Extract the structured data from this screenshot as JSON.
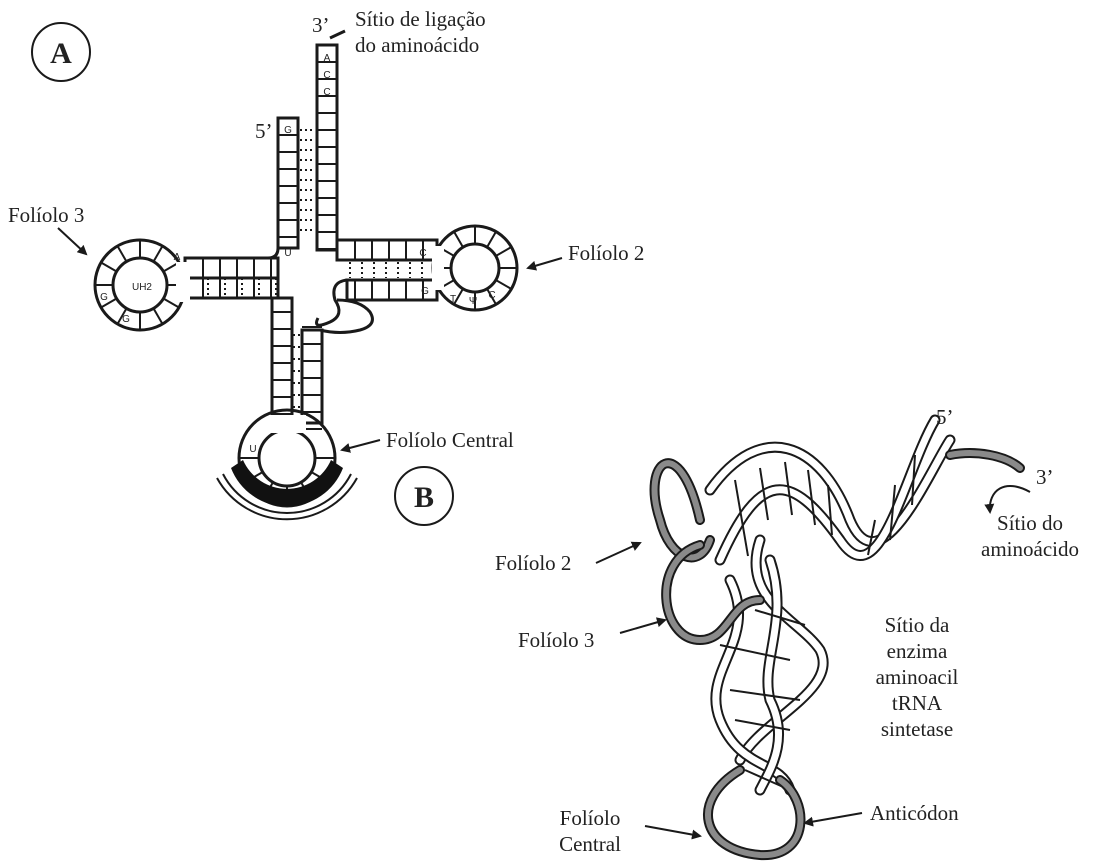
{
  "panel_a": {
    "badge": "A",
    "end_3": "3’",
    "end_5": "5’",
    "site_label_line1": "Sítio de ligação",
    "site_label_line2": "do aminoácido",
    "leaflet_3": "Folíolo 3",
    "leaflet_2": "Folíolo 2",
    "leaflet_central": "Folíolo Central",
    "acc_nucleotides": [
      "A",
      "C",
      "C"
    ],
    "nuc_g5": "G",
    "nuc_a": "A",
    "nuc_u_top": "U",
    "nuc_uh2": "UH2",
    "nuc_g1": "G",
    "nuc_g2": "G",
    "nuc_c_top": "C",
    "nuc_g_bottom": "G",
    "nuc_t": "T",
    "nuc_psi": "Ψ",
    "nuc_c_right": "C",
    "nuc_u_anticodon": "U"
  },
  "panel_b": {
    "badge": "B",
    "end_5": "5’",
    "end_3": "3’",
    "amino_site_line1": "Sítio do",
    "amino_site_line2": "aminoácido",
    "leaflet_2": "Folíolo 2",
    "leaflet_3": "Folíolo 3",
    "enzyme_site_lines": [
      "Sítio da",
      "enzima",
      "aminoacil",
      "tRNA",
      "sintetase"
    ],
    "central_line1": "Folíolo",
    "central_line2": "Central",
    "anticodon": "Anticódon"
  }
}
